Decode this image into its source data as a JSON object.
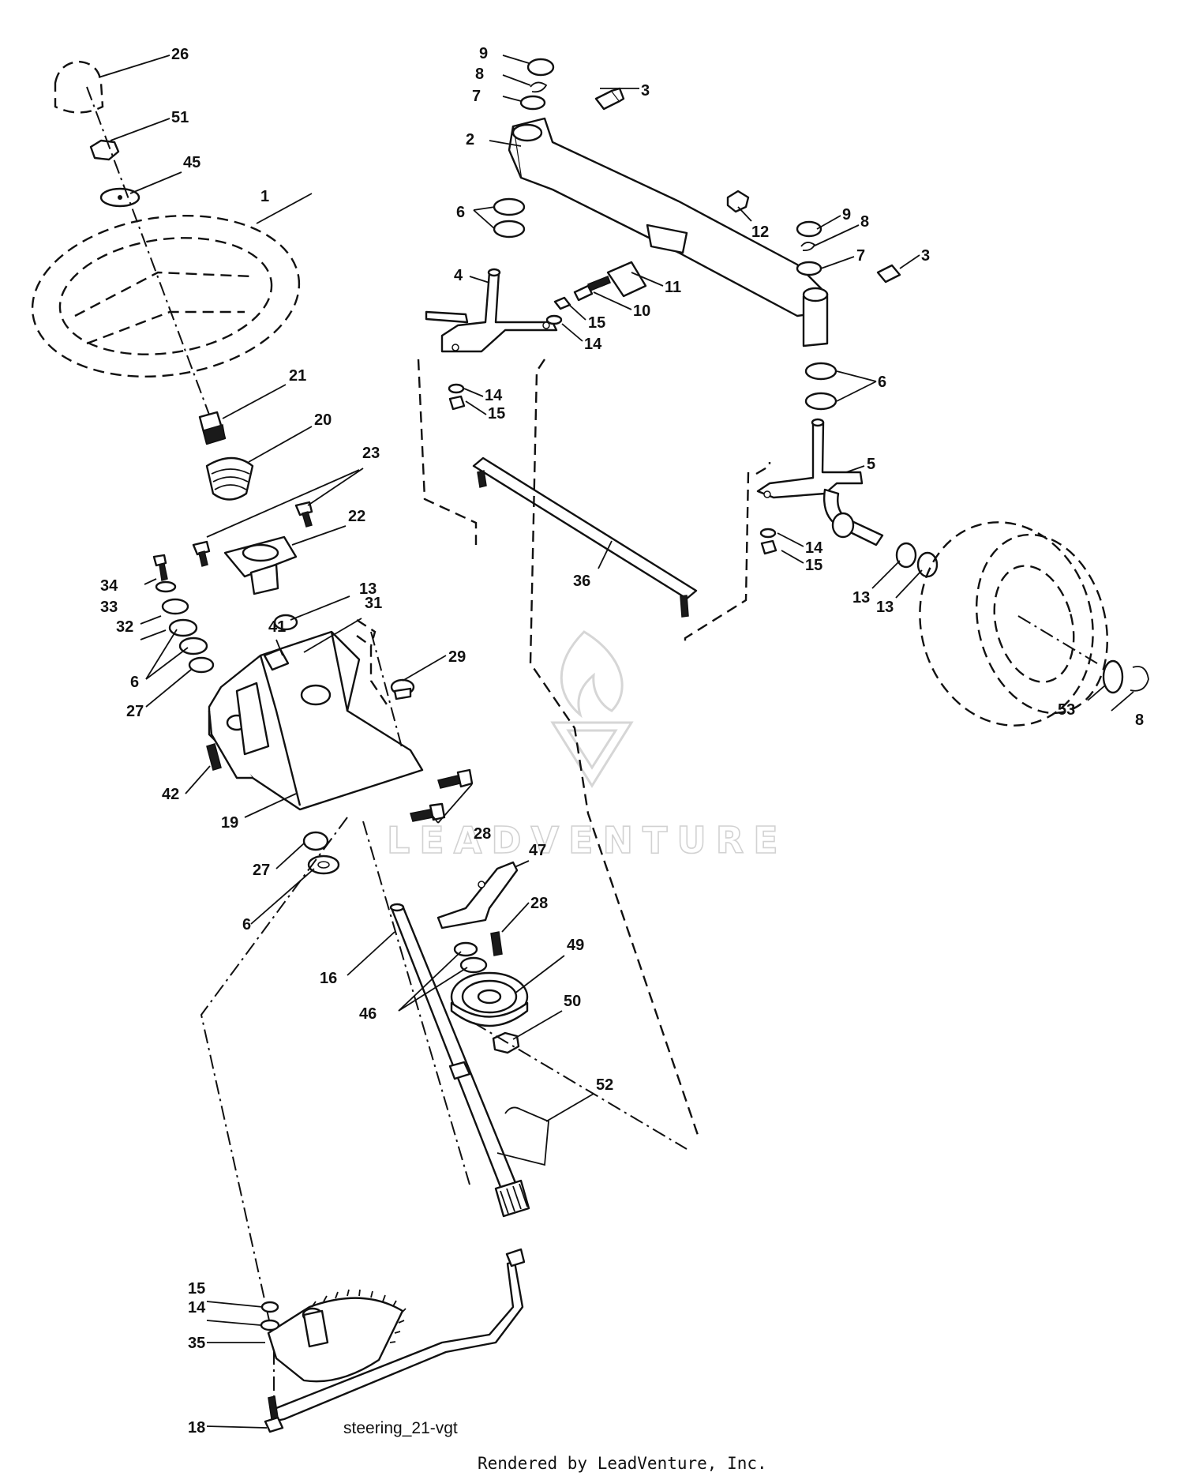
{
  "diagram": {
    "callouts": [
      "1",
      "2",
      "3",
      "3",
      "4",
      "5",
      "6",
      "6",
      "6",
      "6",
      "6",
      "7",
      "7",
      "8",
      "8",
      "8",
      "9",
      "9",
      "10",
      "11",
      "12",
      "13",
      "13",
      "13",
      "14",
      "14",
      "14",
      "14",
      "15",
      "15",
      "15",
      "15",
      "16",
      "18",
      "19",
      "20",
      "21",
      "22",
      "23",
      "26",
      "27",
      "27",
      "28",
      "28",
      "29",
      "31",
      "32",
      "33",
      "34",
      "35",
      "36",
      "41",
      "42",
      "45",
      "46",
      "47",
      "49",
      "50",
      "51",
      "52",
      "53"
    ],
    "caption": "steering_21-vgt"
  },
  "watermark": {
    "brand": "LEADVENTURE"
  },
  "footer": {
    "text": "Rendered by LeadVenture, Inc."
  },
  "colors": {
    "ink": "#111111",
    "watermark": "#d2d2d2",
    "background": "#ffffff"
  }
}
